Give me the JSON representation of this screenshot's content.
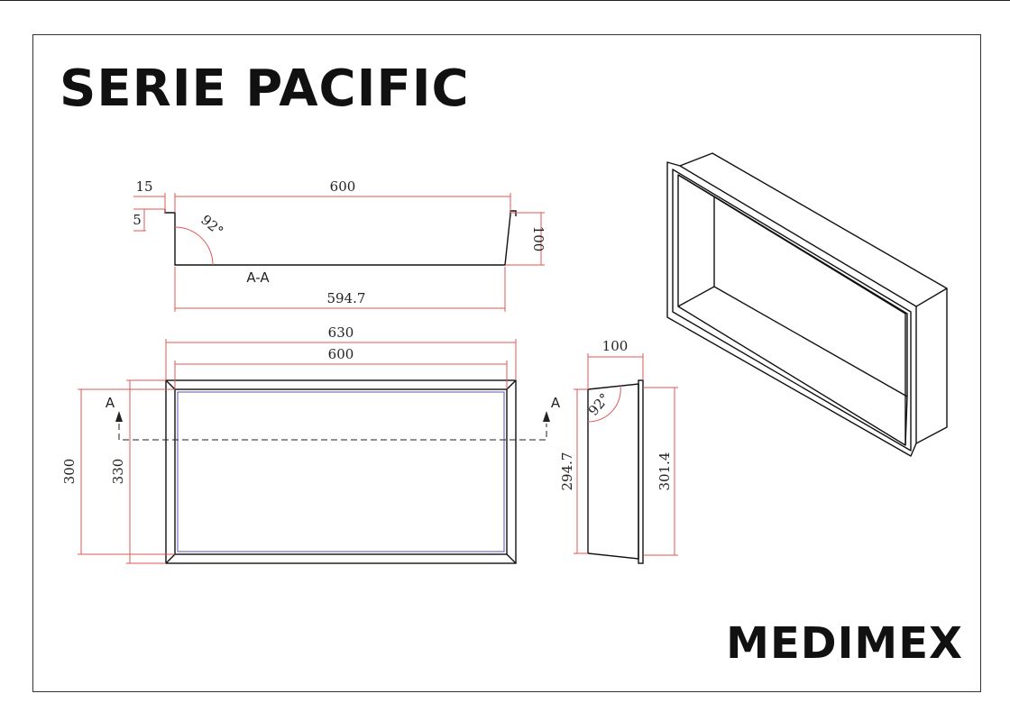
{
  "title": "SERIE PACIFIC",
  "brand": "MEDIMEX",
  "section_view": {
    "label": "A-A",
    "dims": {
      "flange": "15",
      "lip": "5",
      "top_width": "600",
      "depth": "100",
      "bottom_width": "594.7",
      "angle": "92°"
    }
  },
  "front_view": {
    "dims": {
      "outer_width": "630",
      "inner_width": "600",
      "inner_height": "300",
      "outer_height": "330"
    },
    "cut_markers": {
      "left": "A",
      "right": "A"
    }
  },
  "side_view": {
    "dims": {
      "depth": "100",
      "back_height": "294.7",
      "front_height": "301.4",
      "angle": "92°"
    }
  }
}
